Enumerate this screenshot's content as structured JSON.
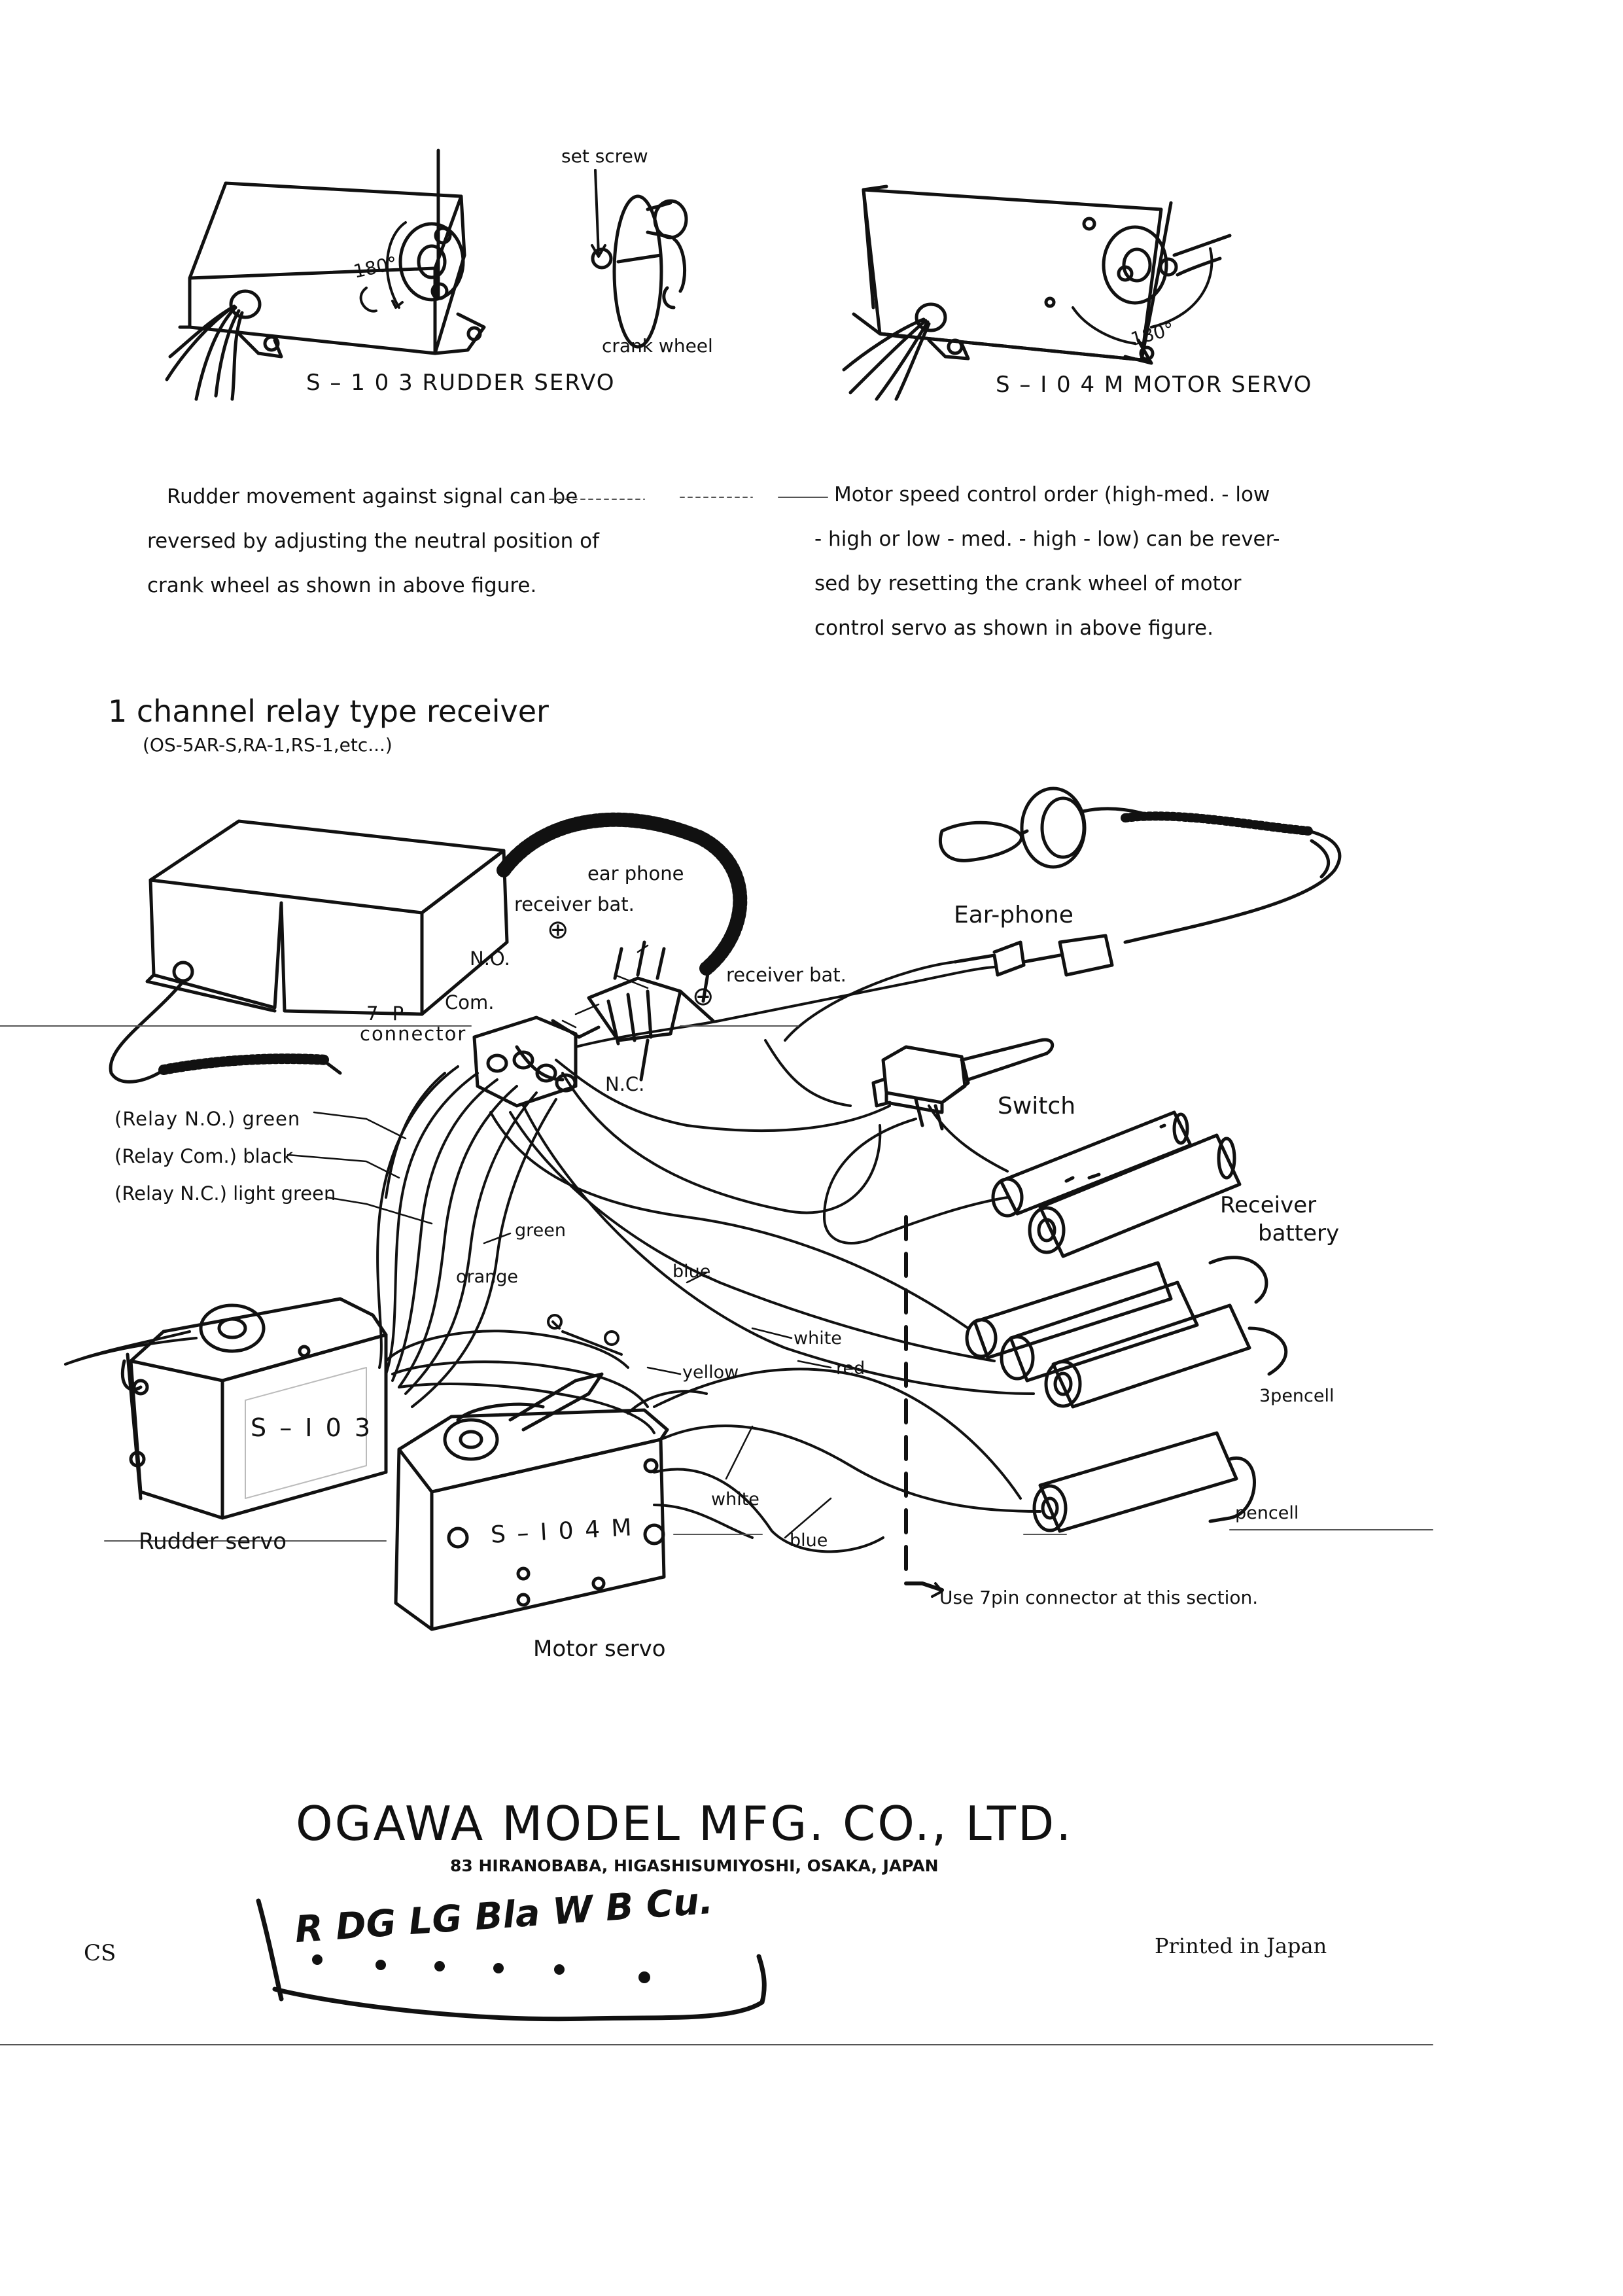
{
  "top": {
    "rudder_servo": {
      "caption": "S – 1 0 3 RUDDER SERVO",
      "angle": "180°"
    },
    "crank": {
      "set_screw": "set screw",
      "crank_wheel": "crank wheel"
    },
    "motor_servo": {
      "caption": "S – I 0 4 M MOTOR SERVO",
      "angle": "180°"
    }
  },
  "notes": {
    "left": [
      "Rudder movement against signal can be",
      "reversed by adjusting the neutral position of",
      "crank wheel as shown in above figure."
    ],
    "right": [
      "Motor speed control order (high-med. - low",
      "- high or low - med. - high - low) can be rever-",
      "sed by resetting the crank wheel of motor",
      "control servo as shown in above figure."
    ]
  },
  "section": {
    "title": "1 channel relay type receiver",
    "subtitle": "(OS-5AR-S,RA-1,RS-1,etc...)"
  },
  "wiring": {
    "ear_phone_small": "ear phone",
    "receiver_bat_plus": "receiver bat.",
    "plus_sign": "⊕",
    "no": "N.O.",
    "com": "Com.",
    "seven_p": "7 P",
    "connector": "connector",
    "receiver_bat_minus": "receiver bat.",
    "minus_sign": "⊖",
    "nc": "N.C.",
    "ear_phone": "Ear-phone",
    "switch": "Switch",
    "relay_no": "(Relay N.O.) green",
    "relay_com": "(Relay Com.) black",
    "relay_nc": "(Relay N.C.) light green",
    "green": "green",
    "orange": "orange",
    "blue_1": "blue",
    "white_1": "white",
    "red": "red",
    "yellow": "yellow",
    "white_2": "white",
    "blue_2": "blue",
    "receiver_battery_1": "Receiver",
    "receiver_battery_2": "battery",
    "three_pencell": "3pencell",
    "pencell": "pencell",
    "s103": "S – I 0 3",
    "s104m": "S – I 0 4 M",
    "rudder_servo": "Rudder servo",
    "motor_servo": "Motor servo",
    "use_7pin": "Use 7pin connector at this section."
  },
  "footer": {
    "company": "OGAWA MODEL MFG. CO., LTD.",
    "address": "83 HIRANOBABA, HIGASHISUMIYOSHI, OSAKA, JAPAN",
    "handwriting": "R DG LG Bla W B Cu.",
    "cs": "CS",
    "printed": "Printed in Japan"
  }
}
